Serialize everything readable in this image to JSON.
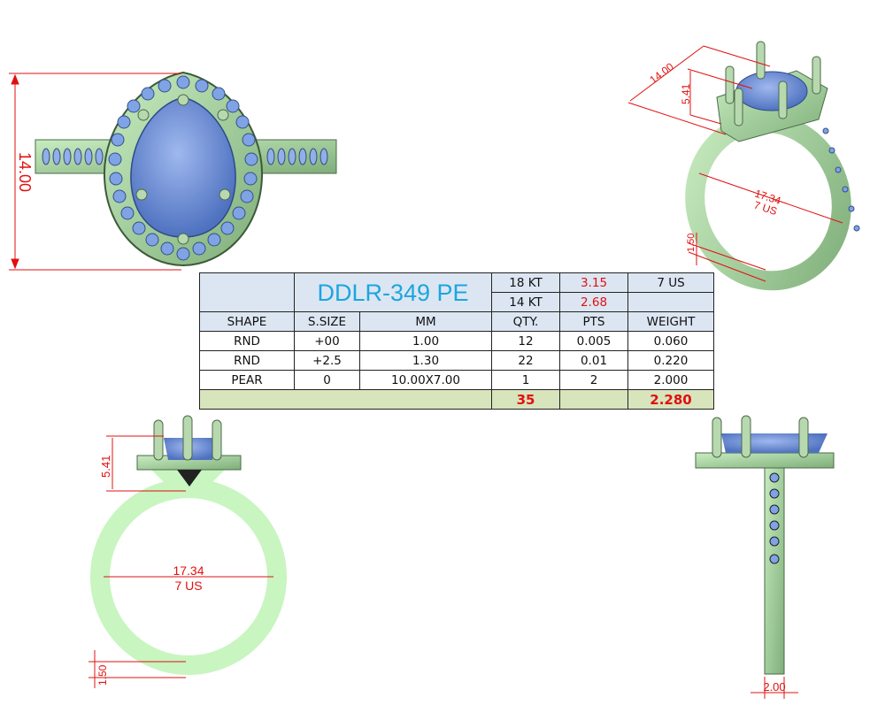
{
  "title": "DDLR-349 PE",
  "metal": [
    {
      "karat": "18 KT",
      "weight": "3.15"
    },
    {
      "karat": "14 KT",
      "weight": "2.68"
    }
  ],
  "ring_size": "7 US",
  "table": {
    "headers": [
      "SHAPE",
      "S.SIZE",
      "MM",
      "QTY.",
      "PTS",
      "WEIGHT"
    ],
    "rows": [
      [
        "RND",
        "+00",
        "1.00",
        "12",
        "0.005",
        "0.060"
      ],
      [
        "RND",
        "+2.5",
        "1.30",
        "22",
        "0.01",
        "0.220"
      ],
      [
        "PEAR",
        "0",
        "10.00X7.00",
        "1",
        "2",
        "2.000"
      ]
    ],
    "total_qty": "35",
    "total_weight": "2.280"
  },
  "dimensions": {
    "top_length": "14.00",
    "persp_length": "14.00",
    "persp_height": "5.41",
    "persp_diameter": "17.34",
    "persp_size": "7 US",
    "persp_thickness": "1.50",
    "side_height": "5.41",
    "side_diameter": "17.34",
    "side_size": "7 US",
    "side_thickness": "1.50",
    "front_width": "2.00"
  },
  "colors": {
    "metal": "#a8d8a0",
    "stone": "#6f93d8",
    "dimension": "#e01010",
    "title": "#1ba6e0"
  }
}
